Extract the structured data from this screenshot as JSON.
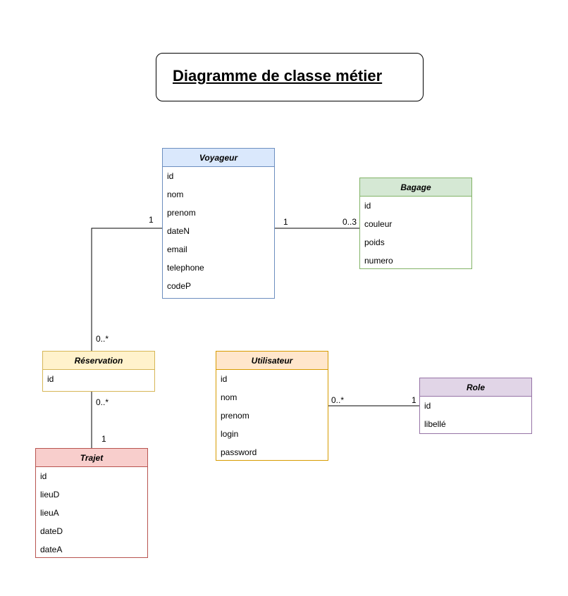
{
  "title": "Diagramme de classe métier",
  "classes": {
    "voyageur": {
      "name": "Voyageur",
      "attributes": [
        "id",
        "nom",
        "prenom",
        "dateN",
        "email",
        "telephone",
        "codeP"
      ]
    },
    "bagage": {
      "name": "Bagage",
      "attributes": [
        "id",
        "couleur",
        "poids",
        "numero"
      ]
    },
    "reservation": {
      "name": "Réservation",
      "attributes": [
        "id"
      ]
    },
    "utilisateur": {
      "name": "Utilisateur",
      "attributes": [
        "id",
        "nom",
        "prenom",
        "login",
        "password"
      ]
    },
    "role": {
      "name": "Role",
      "attributes": [
        "id",
        "libellé"
      ]
    },
    "trajet": {
      "name": "Trajet",
      "attributes": [
        "id",
        "lieuD",
        "lieuA",
        "dateD",
        "dateA"
      ]
    }
  },
  "associations": {
    "voyageur_bagage": {
      "source_multiplicity": "1",
      "target_multiplicity": "0..3"
    },
    "voyageur_reservation": {
      "source_multiplicity": "1",
      "target_multiplicity": "0..*"
    },
    "reservation_trajet": {
      "source_multiplicity": "0..*",
      "target_multiplicity": "1"
    },
    "utilisateur_role": {
      "source_multiplicity": "0..*",
      "target_multiplicity": "1"
    }
  },
  "colors": {
    "voyageur": "#dae8fc",
    "bagage": "#d5e8d4",
    "reservation": "#fff2cc",
    "utilisateur": "#ffe6cc",
    "role": "#e1d5e7",
    "trajet": "#f8cecc"
  }
}
